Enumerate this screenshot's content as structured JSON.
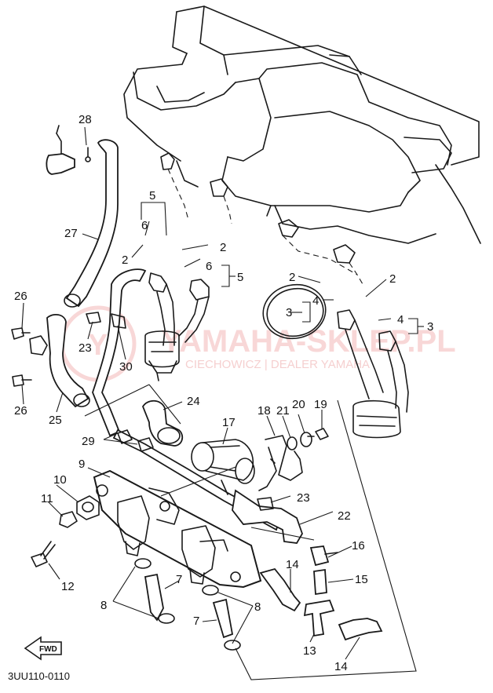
{
  "diagram": {
    "code": "3UU110-0110",
    "fwd_label": "FWD",
    "watermark": {
      "brand": "YAMAHA-SKLEP.PL",
      "subtitle": "CIECHOWICZ | DEALER YAMAHA"
    },
    "callouts": {
      "c28": "28",
      "c27": "27",
      "c26a": "26",
      "c26b": "26",
      "c25": "25",
      "c23a": "23",
      "c30": "30",
      "c5a": "5",
      "c6a": "6",
      "c2a": "2",
      "c2b": "2",
      "c6b": "6",
      "c5b": "5",
      "c2c": "2",
      "c2d": "2",
      "c4a": "4",
      "c3a": "3",
      "c4b": "4",
      "c3b": "3",
      "c24": "24",
      "c29": "29",
      "c17": "17",
      "c18": "18",
      "c21": "21",
      "c20": "20",
      "c19": "19",
      "c9": "9",
      "c10": "10",
      "c11": "11",
      "c23b": "23",
      "c22": "22",
      "c16": "16",
      "c12": "12",
      "c14a": "14",
      "c15": "15",
      "c7a": "7",
      "c8a": "8",
      "c8b": "8",
      "c7b": "7",
      "c13": "13",
      "c14b": "14"
    }
  }
}
